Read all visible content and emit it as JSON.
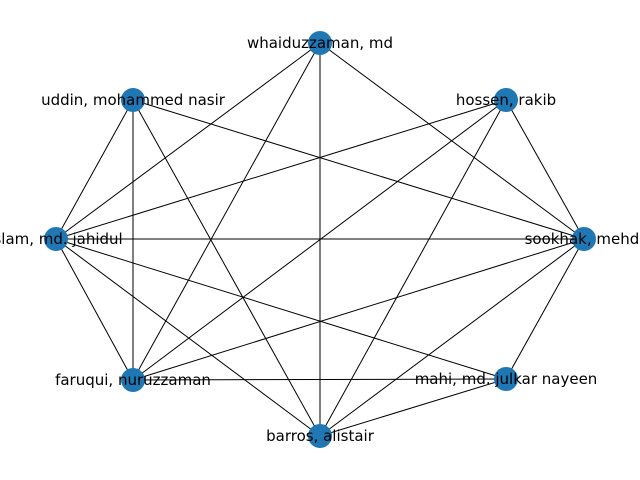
{
  "graph": {
    "node_color": "#1f77b4",
    "edge_color": "#000000",
    "nodes": [
      {
        "id": "whaiduzzaman",
        "label": "whaiduzzaman, md"
      },
      {
        "id": "hossen",
        "label": "hossen, rakib"
      },
      {
        "id": "sookhak",
        "label": "sookhak, mehdi"
      },
      {
        "id": "mahi",
        "label": "mahi, md. julkar nayeen"
      },
      {
        "id": "barros",
        "label": "barros, alistair"
      },
      {
        "id": "faruqui",
        "label": "faruqui, nuruzzaman"
      },
      {
        "id": "islam",
        "label": "islam, md. jahidul"
      },
      {
        "id": "uddin",
        "label": "uddin, mohammed nasir"
      }
    ],
    "edges": [
      [
        "whaiduzzaman",
        "sookhak"
      ],
      [
        "whaiduzzaman",
        "barros"
      ],
      [
        "whaiduzzaman",
        "faruqui"
      ],
      [
        "whaiduzzaman",
        "islam"
      ],
      [
        "hossen",
        "sookhak"
      ],
      [
        "hossen",
        "barros"
      ],
      [
        "hossen",
        "faruqui"
      ],
      [
        "hossen",
        "islam"
      ],
      [
        "sookhak",
        "mahi"
      ],
      [
        "sookhak",
        "barros"
      ],
      [
        "sookhak",
        "faruqui"
      ],
      [
        "sookhak",
        "islam"
      ],
      [
        "sookhak",
        "uddin"
      ],
      [
        "mahi",
        "barros"
      ],
      [
        "mahi",
        "faruqui"
      ],
      [
        "mahi",
        "islam"
      ],
      [
        "barros",
        "islam"
      ],
      [
        "barros",
        "uddin"
      ],
      [
        "faruqui",
        "islam"
      ],
      [
        "faruqui",
        "uddin"
      ],
      [
        "islam",
        "uddin"
      ]
    ]
  }
}
